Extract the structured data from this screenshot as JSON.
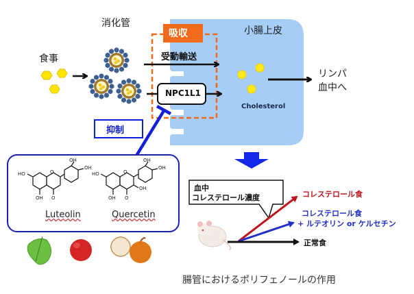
{
  "labels": {
    "digestive_tract": "消化管",
    "meal": "食事",
    "absorption": "吸収",
    "passive_transport": "受動輸送",
    "npc1l1": "NPC1L1",
    "small_intestine_epithelium": "小腸上皮",
    "cholesterol": "Cholesterol",
    "lymph_line1": "リンパ",
    "lymph_line2": "血中へ",
    "inhibition": "抑制",
    "luteolin": "Luteolin",
    "quercetin": "Quercetin",
    "bubble_line1": "血中",
    "bubble_line2": "コレステロール濃度",
    "cholesterol_diet": "コレステロール食",
    "cholesterol_diet_plus_line1": "コレステロール食",
    "cholesterol_diet_plus_line2": "+ ルテオリン or ケルセチン",
    "normal_diet": "正常食",
    "caption": "腸管におけるポリフェノールの作用"
  },
  "chem": {
    "oh": "OH",
    "ho": "HO",
    "o": "O"
  },
  "colors": {
    "epithelium": "#a6cdf5",
    "absorption_orange": "#f26b1d",
    "inhibit_blue": "#1020d8",
    "red_arrow": "#c0141c",
    "blue_arrow": "#2030c8",
    "cholesterol_yellow": "#ffe81a"
  }
}
